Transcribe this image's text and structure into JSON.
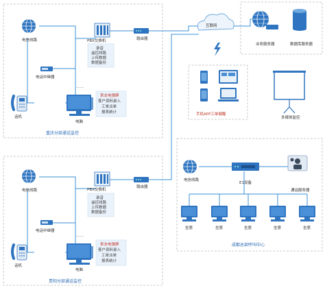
{
  "cq": {
    "telecom": "电信线路",
    "pbx": "PBX交换机",
    "router": "路由器",
    "trunk": "电话中继器",
    "phone": "话机",
    "pc": "电脑",
    "pbx_notes": [
      "录音",
      "遥控线路",
      "上传数据",
      "数据备份"
    ],
    "pc_notes": [
      "来去电弹屏",
      "客户资料录入",
      "工单派单",
      "报表统计"
    ],
    "ellipsis": "……",
    "title": "重庆分部通话监控"
  },
  "gy": {
    "telecom": "电信线路",
    "pbx": "PBX交换机",
    "router": "路由器",
    "trunk": "电话中继器",
    "phone": "话机",
    "pc": "电脑",
    "pbx_notes": [
      "录音",
      "遥控线路",
      "上传数据",
      "数据备份"
    ],
    "pc_notes": [
      "来去电弹屏",
      "客户资料录入",
      "工单派单",
      "报表统计"
    ],
    "ellipsis": "……",
    "title": "贵阳分部通话监控"
  },
  "internet": "互联网",
  "servers": {
    "business": "业务服务器",
    "database": "数据库服务器"
  },
  "mobile": "手机APP工单健醒",
  "multimedia": "多媒体监控",
  "hq": {
    "telecom": "电信线路",
    "e1": "E1设备",
    "comm_server": "通话服务器",
    "seat": "坐席",
    "title": "成都总部呼叫中心"
  }
}
